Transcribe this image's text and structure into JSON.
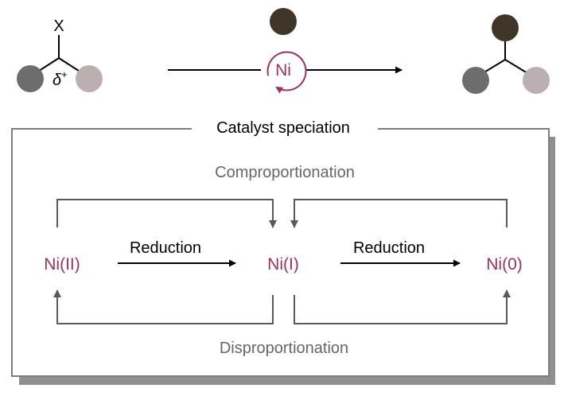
{
  "reaction": {
    "leaving_group": "X",
    "partial_charge": "δ",
    "partial_charge_sign": "+",
    "catalyst": "Ni"
  },
  "panel": {
    "title": "Catalyst speciation",
    "species": {
      "left": "Ni(II)",
      "middle": "Ni(I)",
      "right": "Ni(0)"
    },
    "step_left": "Reduction",
    "step_right": "Reduction",
    "top_process": "Comproportionation",
    "bottom_process": "Disproportionation"
  },
  "colors": {
    "nickel": "#a0305a",
    "dark_sphere": "#3f3628",
    "grey_sphere": "#6d6d6d",
    "pink_sphere": "#bcafb2",
    "process_text": "#666666",
    "line": "#000000",
    "frame": "#7d7d7d",
    "shadow": "#8f8f8f"
  }
}
